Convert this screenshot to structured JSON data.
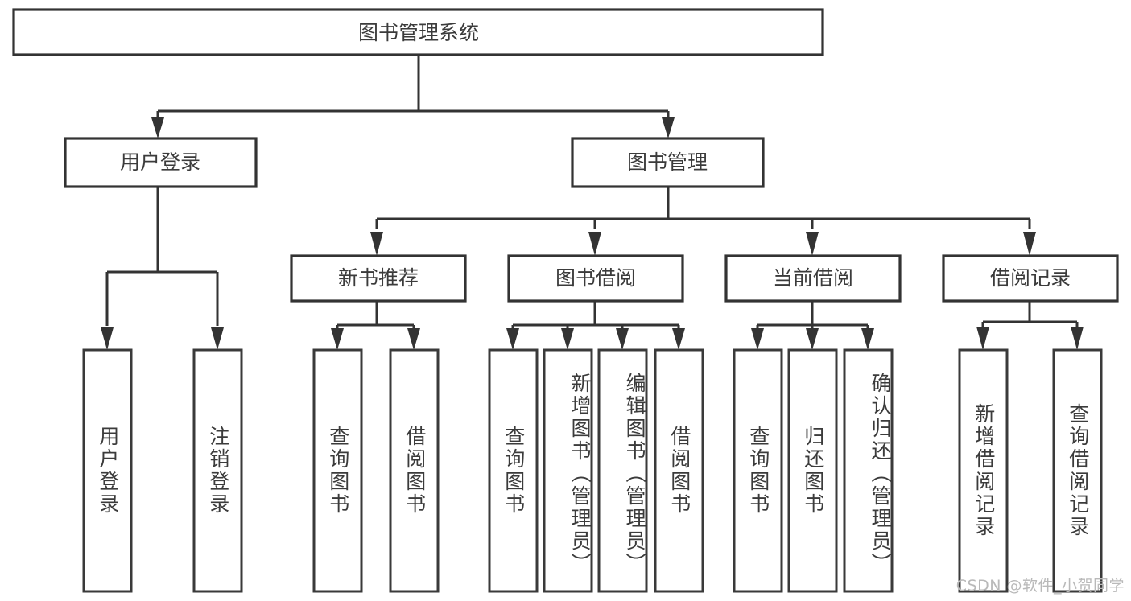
{
  "diagram": {
    "type": "tree-hierarchy",
    "title": "图书管理系统",
    "background_color": "#ffffff",
    "box_border_color": "#333333",
    "box_fill_color": "#ffffff",
    "text_color": "#3b3b3b",
    "connector_color": "#333333",
    "root": {
      "id": "root",
      "label": "图书管理系统",
      "orientation": "horizontal"
    },
    "level2": [
      {
        "id": "user-login",
        "label": "用户登录",
        "orientation": "horizontal"
      },
      {
        "id": "book-management",
        "label": "图书管理",
        "orientation": "horizontal"
      }
    ],
    "level3": [
      {
        "id": "new-book-recommend",
        "label": "新书推荐",
        "parent": "book-management",
        "orientation": "horizontal"
      },
      {
        "id": "book-borrow",
        "label": "图书借阅",
        "parent": "book-management",
        "orientation": "horizontal"
      },
      {
        "id": "current-borrow",
        "label": "当前借阅",
        "parent": "book-management",
        "orientation": "horizontal"
      },
      {
        "id": "borrow-record",
        "label": "借阅记录",
        "parent": "book-management",
        "orientation": "horizontal"
      }
    ],
    "leaves": [
      {
        "id": "leaf-user-login",
        "label": "用户登录",
        "parent": "user-login",
        "orientation": "vertical"
      },
      {
        "id": "leaf-user-logout",
        "label": "注销登录",
        "parent": "user-login",
        "orientation": "vertical"
      },
      {
        "id": "leaf-query-book-1",
        "label": "查询图书",
        "parent": "new-book-recommend",
        "orientation": "vertical"
      },
      {
        "id": "leaf-borrow-book-1",
        "label": "借阅图书",
        "parent": "new-book-recommend",
        "orientation": "vertical"
      },
      {
        "id": "leaf-query-book-2",
        "label": "查询图书",
        "parent": "book-borrow",
        "orientation": "vertical"
      },
      {
        "id": "leaf-add-book",
        "label": "新增图书（管理员）",
        "parent": "book-borrow",
        "orientation": "vertical"
      },
      {
        "id": "leaf-edit-book",
        "label": "编辑图书（管理员）",
        "parent": "book-borrow",
        "orientation": "vertical"
      },
      {
        "id": "leaf-borrow-book-2",
        "label": "借阅图书",
        "parent": "book-borrow",
        "orientation": "vertical"
      },
      {
        "id": "leaf-query-book-3",
        "label": "查询图书",
        "parent": "current-borrow",
        "orientation": "vertical"
      },
      {
        "id": "leaf-return-book",
        "label": "归还图书",
        "parent": "current-borrow",
        "orientation": "vertical"
      },
      {
        "id": "leaf-confirm-return",
        "label": "确认归还（管理员）",
        "parent": "current-borrow",
        "orientation": "vertical"
      },
      {
        "id": "leaf-add-record",
        "label": "新增借阅记录",
        "parent": "borrow-record",
        "orientation": "vertical"
      },
      {
        "id": "leaf-query-record",
        "label": "查询借阅记录",
        "parent": "borrow-record",
        "orientation": "vertical"
      }
    ]
  },
  "watermark": {
    "text": "CSDN @软件_小贺同学"
  }
}
